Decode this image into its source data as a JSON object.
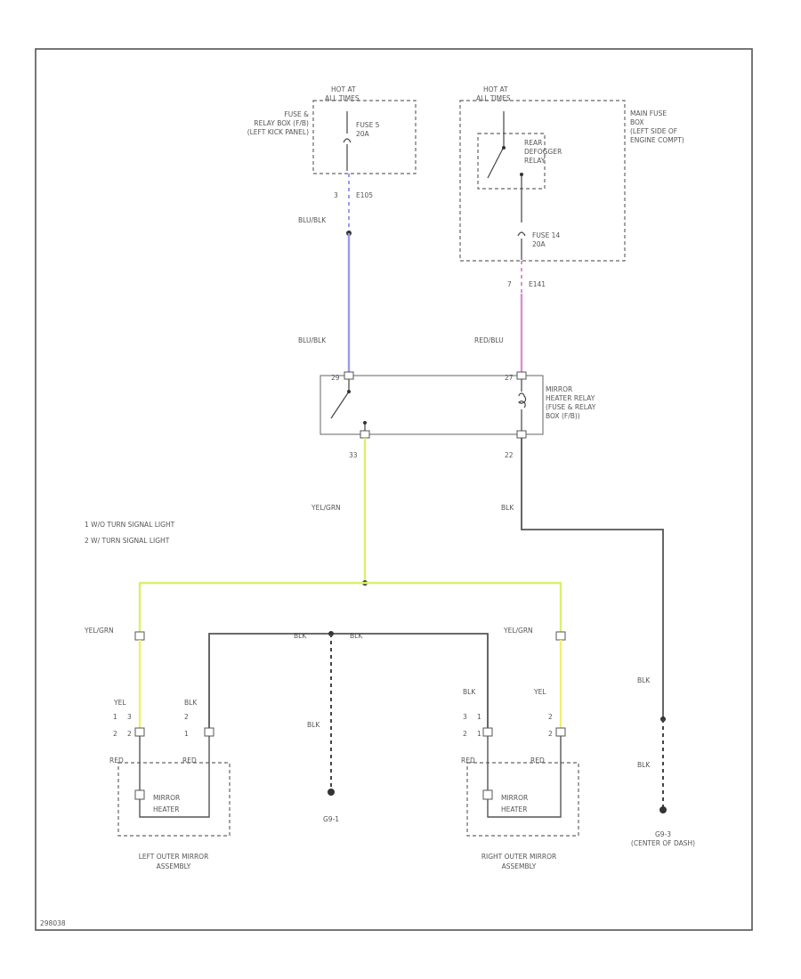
{
  "colors": {
    "blu_blk": "#9a9af0",
    "red_blu": "#d890d0",
    "yel_grn": "#dcef6e",
    "yel": "#f0f070",
    "blk": "#555555"
  },
  "fuse_relay_box": {
    "hot_label_1": "HOT AT",
    "hot_label_2": "ALL TIMES",
    "location_1": "FUSE &",
    "location_2": "RELAY BOX (F/B)",
    "location_3": "(LEFT KICK PANEL)",
    "fuse_label": "FUSE 5",
    "fuse_rating": "20A",
    "pin": "3",
    "connector": "E105"
  },
  "main_fuse_box": {
    "hot_label_1": "HOT AT",
    "hot_label_2": "ALL TIMES",
    "location_1": "MAIN FUSE",
    "location_2": "BOX",
    "location_3": "(LEFT SIDE OF",
    "location_4": "ENGINE COMPT)",
    "relay_1": "REAR",
    "relay_2": "DEFOGGER",
    "relay_3": "RELAY",
    "fuse_label": "FUSE 14",
    "fuse_rating": "20A",
    "pin": "7",
    "connector": "E141"
  },
  "wires": {
    "blu_blk_upper": "BLU/BLK",
    "blu_blk_lower": "BLU/BLK",
    "red_blu": "RED/BLU",
    "yel_grn_main": "YEL/GRN",
    "blk_relay": "BLK",
    "yel_grn_left": "YEL/GRN",
    "yel_grn_right": "YEL/GRN",
    "blk_left_split": "BLK",
    "blk_right_split": "BLK",
    "blk_center": "BLK",
    "blk_ground_upper": "BLK",
    "blk_ground_lower": "BLK"
  },
  "heater_relay": {
    "line_1": "MIRROR",
    "line_2": "HEATER RELAY",
    "line_3": "(FUSE & RELAY",
    "line_4": "BOX (F/B))",
    "pin_left": "29",
    "pin_right": "27",
    "pin_bottom_left": "33",
    "pin_bottom_right": "22"
  },
  "legend": {
    "item_1": "1  W/O TURN SIGNAL LIGHT",
    "item_2": "2  W/ TURN SIGNAL LIGHT"
  },
  "left_mirror": {
    "wire_yel": "YEL",
    "wire_blk": "BLK",
    "pin_a1": "1",
    "pin_a2": "3",
    "pin_b1": "2",
    "pin_b2": "2",
    "pin_c1": "2",
    "pin_c2": "1",
    "red_left": "RED",
    "red_right": "RED",
    "heater_1": "MIRROR",
    "heater_2": "HEATER",
    "name_1": "LEFT OUTER MIRROR",
    "name_2": "ASSEMBLY"
  },
  "right_mirror": {
    "wire_blk": "BLK",
    "wire_yel": "YEL",
    "pin_a1": "3",
    "pin_a2": "1",
    "pin_b1": "2",
    "pin_b2": "2",
    "pin_c1": "1",
    "pin_c2": "2",
    "red_left": "RED",
    "red_right": "RED",
    "heater_1": "MIRROR",
    "heater_2": "HEATER",
    "name_1": "RIGHT OUTER MIRROR",
    "name_2": "ASSEMBLY"
  },
  "grounds": {
    "g_left": "G9-1",
    "g_right": "G9-3",
    "g_right_note": "(CENTER OF DASH)"
  },
  "figure_id": "298038"
}
